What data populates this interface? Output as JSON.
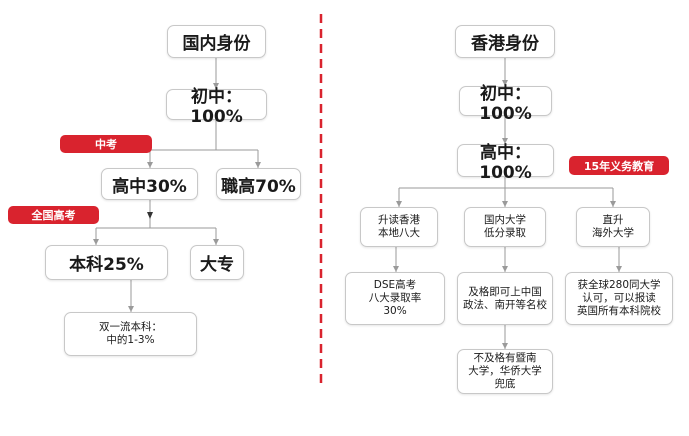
{
  "colors": {
    "accent": "#d9232e",
    "line": "#9a9a9a",
    "node_border": "#c8c8c8"
  },
  "left": {
    "title": "国内身份",
    "junior": "初中：100%",
    "tag_zhongkao": "中考",
    "high_school": "高中30%",
    "vocational": "職高70%",
    "tag_gaokao": "全国高考",
    "bachelor": "本科25%",
    "junior_college": "大专",
    "note_double_first": "双一流本科：\n中的1-3%"
  },
  "right": {
    "title": "香港身份",
    "junior": "初中：100%",
    "high_school": "高中：100%",
    "tag_free_edu": "15年义务教育",
    "branch_hk": "升读香港\n本地八大",
    "branch_mainland": "国内大学\n低分录取",
    "branch_overseas": "直升\n海外大学",
    "hk_detail": "DSE高考\n八大录取率\n30%",
    "mainland_detail": "及格即可上中国\n政法、南开等名校",
    "mainland_fail": "不及格有暨南\n大学，华侨大学\n兜底",
    "overseas_detail": "获全球280同大学\n认可，可以报读\n英国所有本科院校"
  }
}
